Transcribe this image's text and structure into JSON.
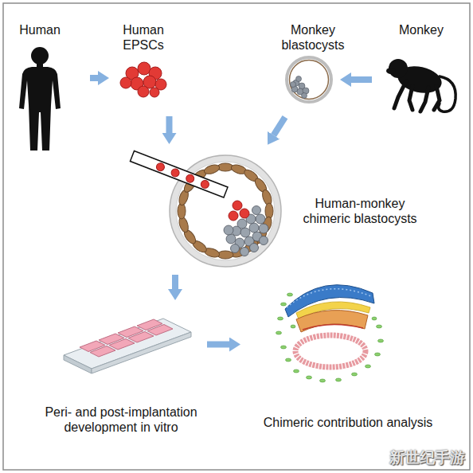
{
  "diagram": {
    "nodes": [
      {
        "text": [
          "Human"
        ]
      },
      {
        "text": [
          "Human EPSCs"
        ]
      },
      {
        "text": [
          "Monkey blastocysts"
        ]
      },
      {
        "text": [
          "Monkey"
        ]
      },
      {
        "text": [
          "Human-monkey chimeric blastocysts"
        ]
      },
      {
        "text": [
          "Peri- and post-implantation development in vitro"
        ]
      },
      {
        "text": [
          "Chimeric contribution analysis"
        ]
      }
    ],
    "edges": [
      {
        "from": 0,
        "to": 1,
        "arrow": "to"
      },
      {
        "from": 3,
        "to": 2,
        "arrow": "to"
      },
      {
        "from": 1,
        "to": 4,
        "arrow": "to"
      },
      {
        "from": 2,
        "to": 4,
        "arrow": "to"
      },
      {
        "from": 4,
        "to": 5,
        "arrow": "to"
      },
      {
        "from": 5,
        "to": 6,
        "arrow": "to"
      }
    ],
    "labels": [
      "新世纪手游"
    ]
  }
}
